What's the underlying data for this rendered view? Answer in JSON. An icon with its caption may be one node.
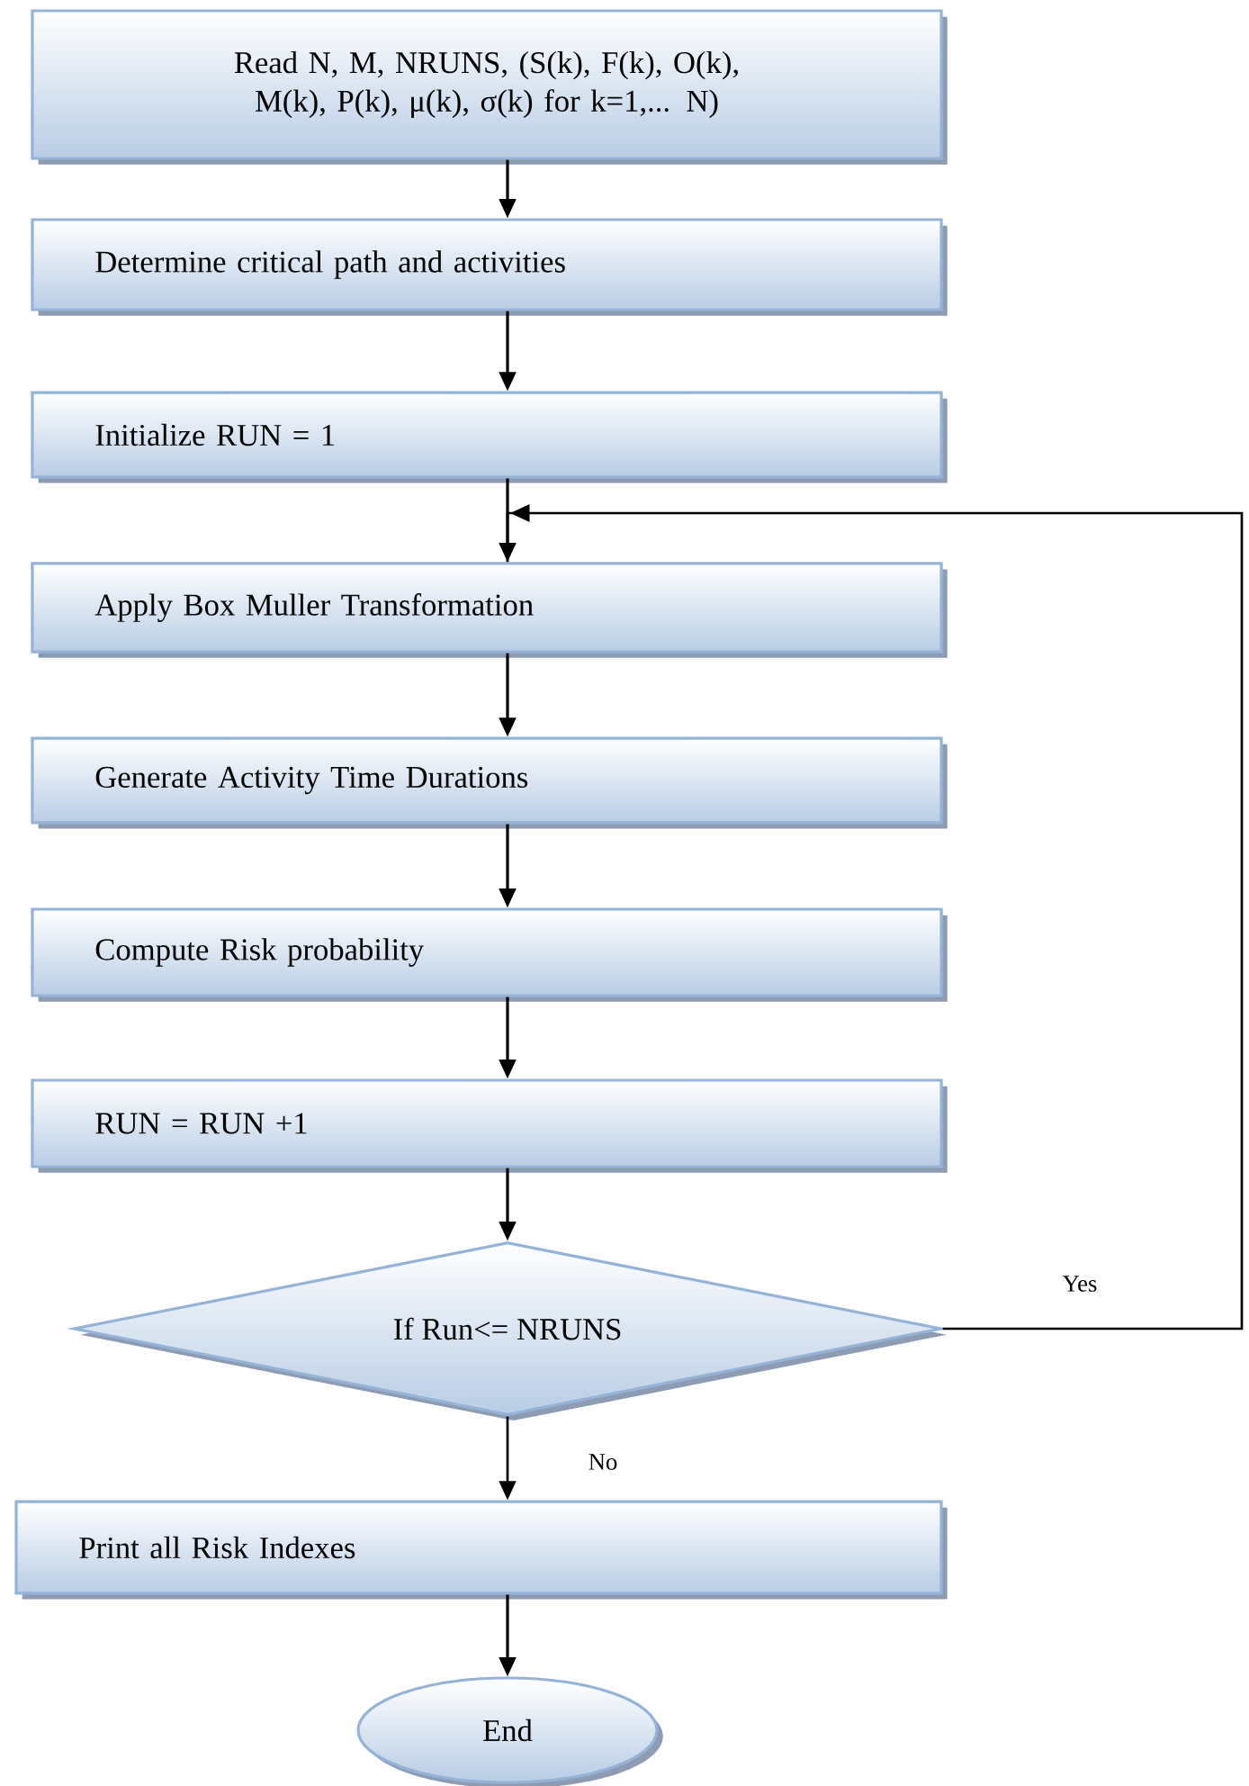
{
  "diagram": {
    "nodes": [
      {
        "text": [
          "Read N, M, NRUNS, (S(k), F(k), O(k), M(k), P(k), μ(k), σ(k) for k=1,... N)"
        ]
      },
      {
        "text": [
          "Determine critical path and activities"
        ]
      },
      {
        "text": [
          "Initialize RUN = 1"
        ]
      },
      {
        "text": [
          "Apply Box Muller Transformation"
        ]
      },
      {
        "text": [
          "Generate Activity Time Durations"
        ]
      },
      {
        "text": [
          "Compute Risk probability"
        ]
      },
      {
        "text": [
          "RUN = RUN +1"
        ]
      },
      {
        "text": [
          "If Run<= NRUNS"
        ]
      },
      {
        "text": [
          "Print all Risk Indexes"
        ]
      },
      {
        "text": [
          "End"
        ]
      }
    ],
    "edges": [
      {
        "from": 0,
        "to": 1,
        "arrow": "to"
      },
      {
        "from": 1,
        "to": 2,
        "arrow": "to"
      },
      {
        "from": 2,
        "to": 3,
        "arrow": "to"
      },
      {
        "from": 3,
        "to": 4,
        "arrow": "to"
      },
      {
        "from": 4,
        "to": 5,
        "arrow": "to"
      },
      {
        "from": 5,
        "to": 6,
        "arrow": "to"
      },
      {
        "from": 6,
        "to": 7,
        "arrow": "to"
      },
      {
        "from": 7,
        "to": 3,
        "arrow": "to",
        "label": "Yes"
      },
      {
        "from": 7,
        "to": 8,
        "arrow": "to",
        "label": "No"
      },
      {
        "from": 8,
        "to": 9,
        "arrow": "to"
      }
    ]
  }
}
